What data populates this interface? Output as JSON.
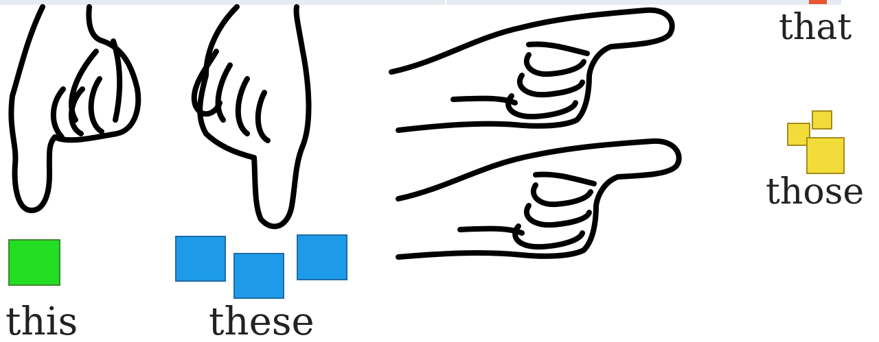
{
  "labels": {
    "this": "this",
    "these": "these",
    "that": "that",
    "those": "those"
  },
  "icons": {
    "hand_down_left": "hand-pointing-down-icon",
    "hand_down_right": "hand-pointing-down-icon",
    "hand_right_top": "hand-pointing-right-icon",
    "hand_right_bottom": "hand-pointing-right-icon"
  },
  "colors": {
    "this_square": "#22dd22",
    "these_squares": "#1e9be8",
    "those_squares": "#f1dc3a",
    "that_square": "#e8552e",
    "outline": "#000000",
    "text": "#222222"
  },
  "counts": {
    "this": 1,
    "these": 3,
    "those": 3
  }
}
